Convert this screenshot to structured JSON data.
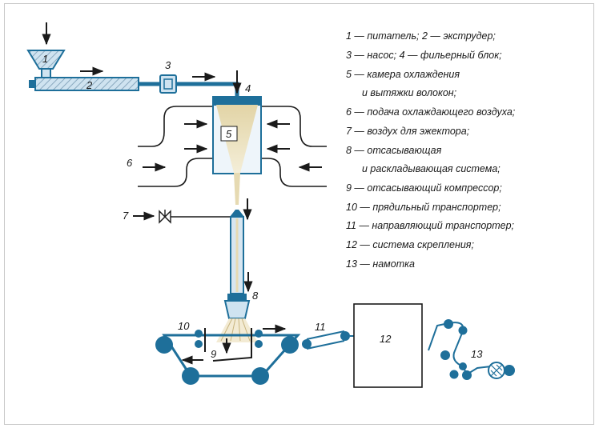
{
  "diagram": {
    "labels": {
      "l1": "1",
      "l2": "2",
      "l3": "3",
      "l4": "4",
      "l5": "5",
      "l6": "6",
      "l7": "7",
      "l8": "8",
      "l9": "9",
      "l10": "10",
      "l11": "11",
      "l12": "12",
      "l13": "13"
    },
    "legend": [
      "1 — питатель;   2 — экструдер;",
      "3 — насос;   4 — фильерный блок;",
      "5 — камера охлаждения",
      "и вытяжки волокон;",
      "6 — подача охлаждающего воздуха;",
      "7 — воздух для эжектора;",
      "8 — отсасывающая",
      "и раскладывающая система;",
      "9 — отсасывающий компрессор;",
      "10 — прядильный транспортер;",
      "11 — направляющий транспортер;",
      "12 — система скрепления;",
      "13  — намотка"
    ],
    "colors": {
      "blue": "#1e6f9a",
      "dark": "#1a1a1a",
      "light_blue": "#cfe3f0",
      "fiber": "#e8dcb8",
      "hatch": "#9fb9cc"
    }
  }
}
